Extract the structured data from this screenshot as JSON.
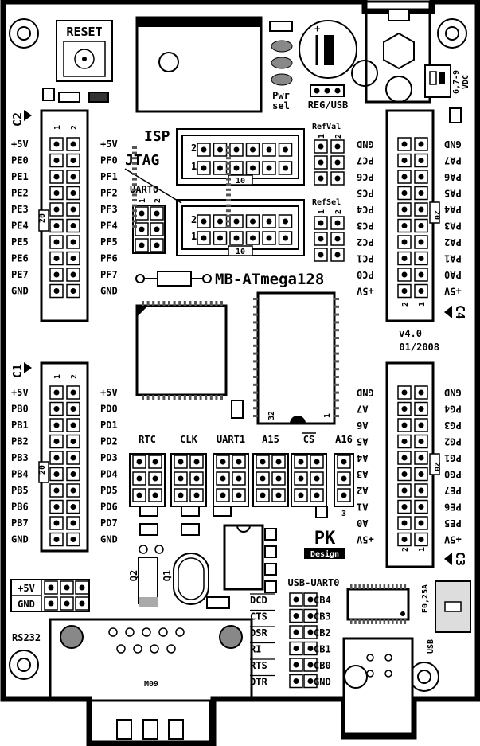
{
  "board": {
    "title": "MB-ATmega128",
    "version": "v4.0",
    "date": "01/2008",
    "brand_pk": "PK",
    "brand_design": "Design"
  },
  "header": {
    "reset": "RESET",
    "isp": "ISP",
    "jtag": "JTAG",
    "uart0": "UART0",
    "uart1": "UART1",
    "refval": "RefVal",
    "refsel": "RefSel",
    "pwr_sel_1": "Pwr",
    "pwr_sel_2": "sel",
    "reg_usb": "REG/USB",
    "vdc_1": "6,7-9",
    "vdc_2": "VDC",
    "isp_num": "10",
    "jtag_num": "10",
    "pin_1": "1",
    "pin_2": "2",
    "pin_20": "20",
    "pin_32": "32",
    "pin_3": "3",
    "usb_uart0": "USB-UART0",
    "f025a": "F0,25A",
    "usb": "USB",
    "rs232": "RS232",
    "m09": "M09",
    "q1": "Q1",
    "q2": "Q2"
  },
  "connectors": {
    "c2": {
      "name": "C2",
      "left": [
        "+5V",
        "PE0",
        "PE1",
        "PE2",
        "PE3",
        "PE4",
        "PE5",
        "PE6",
        "PE7",
        "GND"
      ],
      "right": [
        "+5V",
        "PF0",
        "PF1",
        "PF2",
        "PF3",
        "PF4",
        "PF5",
        "PF6",
        "PF7",
        "GND"
      ]
    },
    "c1": {
      "name": "C1",
      "left": [
        "+5V",
        "PB0",
        "PB1",
        "PB2",
        "PB3",
        "PB4",
        "PB5",
        "PB6",
        "PB7",
        "GND"
      ],
      "right": [
        "+5V",
        "PD0",
        "PD1",
        "PD2",
        "PD3",
        "PD4",
        "PD5",
        "PD6",
        "PD7",
        "GND"
      ]
    },
    "c4": {
      "name": "C4",
      "left": [
        "GND",
        "PC7",
        "PC6",
        "PC5",
        "PC4",
        "PC3",
        "PC2",
        "PC1",
        "PC0",
        "+5V"
      ],
      "right": [
        "GND",
        "PA7",
        "PA6",
        "PA5",
        "PA4",
        "PA3",
        "PA2",
        "PA1",
        "PA0",
        "+5V"
      ]
    },
    "c3": {
      "name": "C3",
      "left": [
        "GND",
        "A7",
        "A6",
        "A5",
        "A4",
        "A3",
        "A2",
        "A1",
        "A0",
        "+5V"
      ],
      "right": [
        "GND",
        "PG4",
        "PG3",
        "PG2",
        "PG1",
        "PG0",
        "PE7",
        "PE6",
        "PE5",
        "+5V"
      ]
    }
  },
  "jumpers": {
    "rtc": "RTC",
    "clk": "CLK",
    "uart1": "UART1",
    "a15": "A15",
    "cs": "CS",
    "a16": "A16"
  },
  "power_block": {
    "vcc": "+5V",
    "gnd": "GND"
  },
  "serial_signals": {
    "left": [
      "DCD",
      "CTS",
      "DSR",
      "RI",
      "RTS",
      "DTR"
    ],
    "right": [
      "CB4",
      "CB3",
      "CB2",
      "CB1",
      "CB0",
      "GND"
    ]
  }
}
